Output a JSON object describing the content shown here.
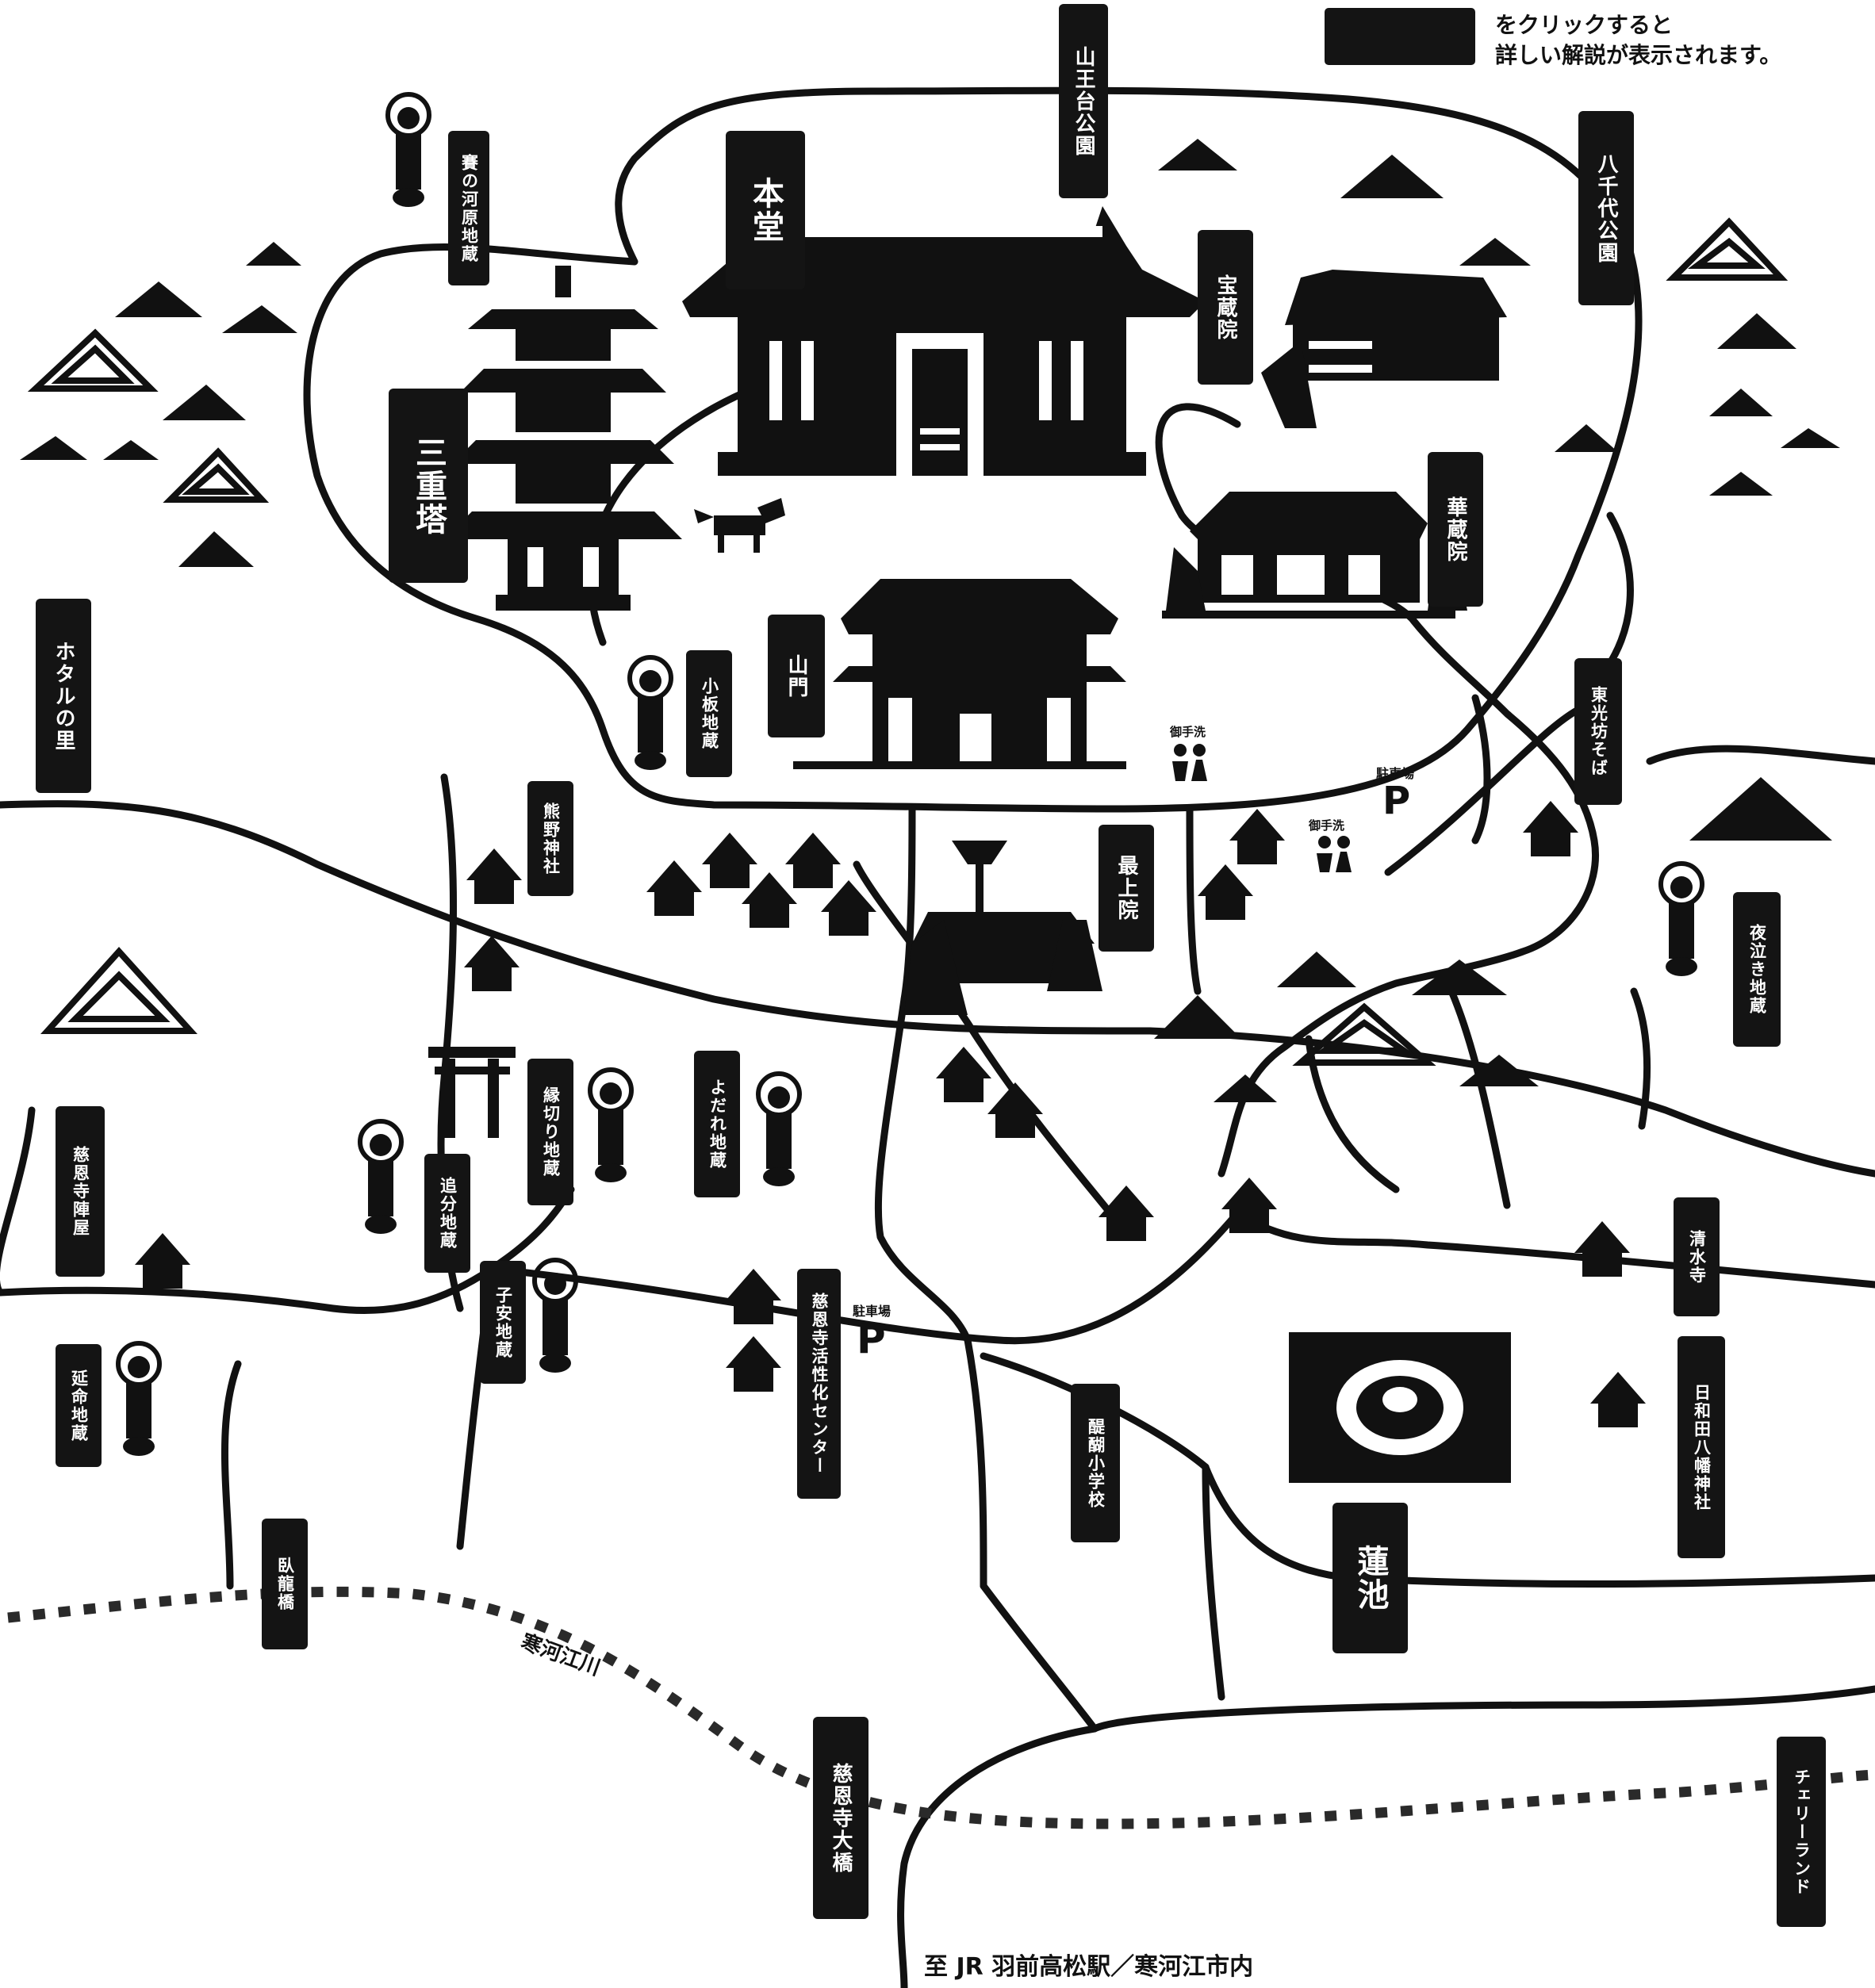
{
  "legend": {
    "line1": "をクリックすると",
    "line2": "詳しい解説が表示されます。"
  },
  "labels": {
    "sanoudai": "山王台公園",
    "hondo": "本堂",
    "sainokawara": "賽の河原地蔵",
    "yachiyo": "八千代公園",
    "houzouin": "宝蔵院",
    "sanjuto": "三重塔",
    "kezouin": "華蔵院",
    "hotaru": "ホタルの里",
    "koita": "小板地蔵",
    "sanmon": "山門",
    "toukoubou": "東光坊そば",
    "kumano": "熊野神社",
    "mogamiin": "最上院",
    "yonaki": "夜泣き地蔵",
    "jionjijinya": "慈恩寺陣屋",
    "enkiri": "縁切り地蔵",
    "yodare": "よだれ地蔵",
    "oiwake": "追分地蔵",
    "shimizu": "清水寺",
    "koyasu": "子安地蔵",
    "kasseika": "慈恩寺活性化センター",
    "enmei": "延命地蔵",
    "hiwada": "日和田八幡神社",
    "daigo": "醍醐小学校",
    "garyu": "臥龍橋",
    "hasuike": "蓮池",
    "jionjiohashi": "慈恩寺大橋",
    "cherryland": "チェリーランド"
  },
  "small": {
    "temizuya": "御手洗",
    "parking_label": "駐車場",
    "parking_mark": "P"
  },
  "river_name": "寒河江川",
  "destination": "至 JR 羽前高松駅／寒河江市内"
}
